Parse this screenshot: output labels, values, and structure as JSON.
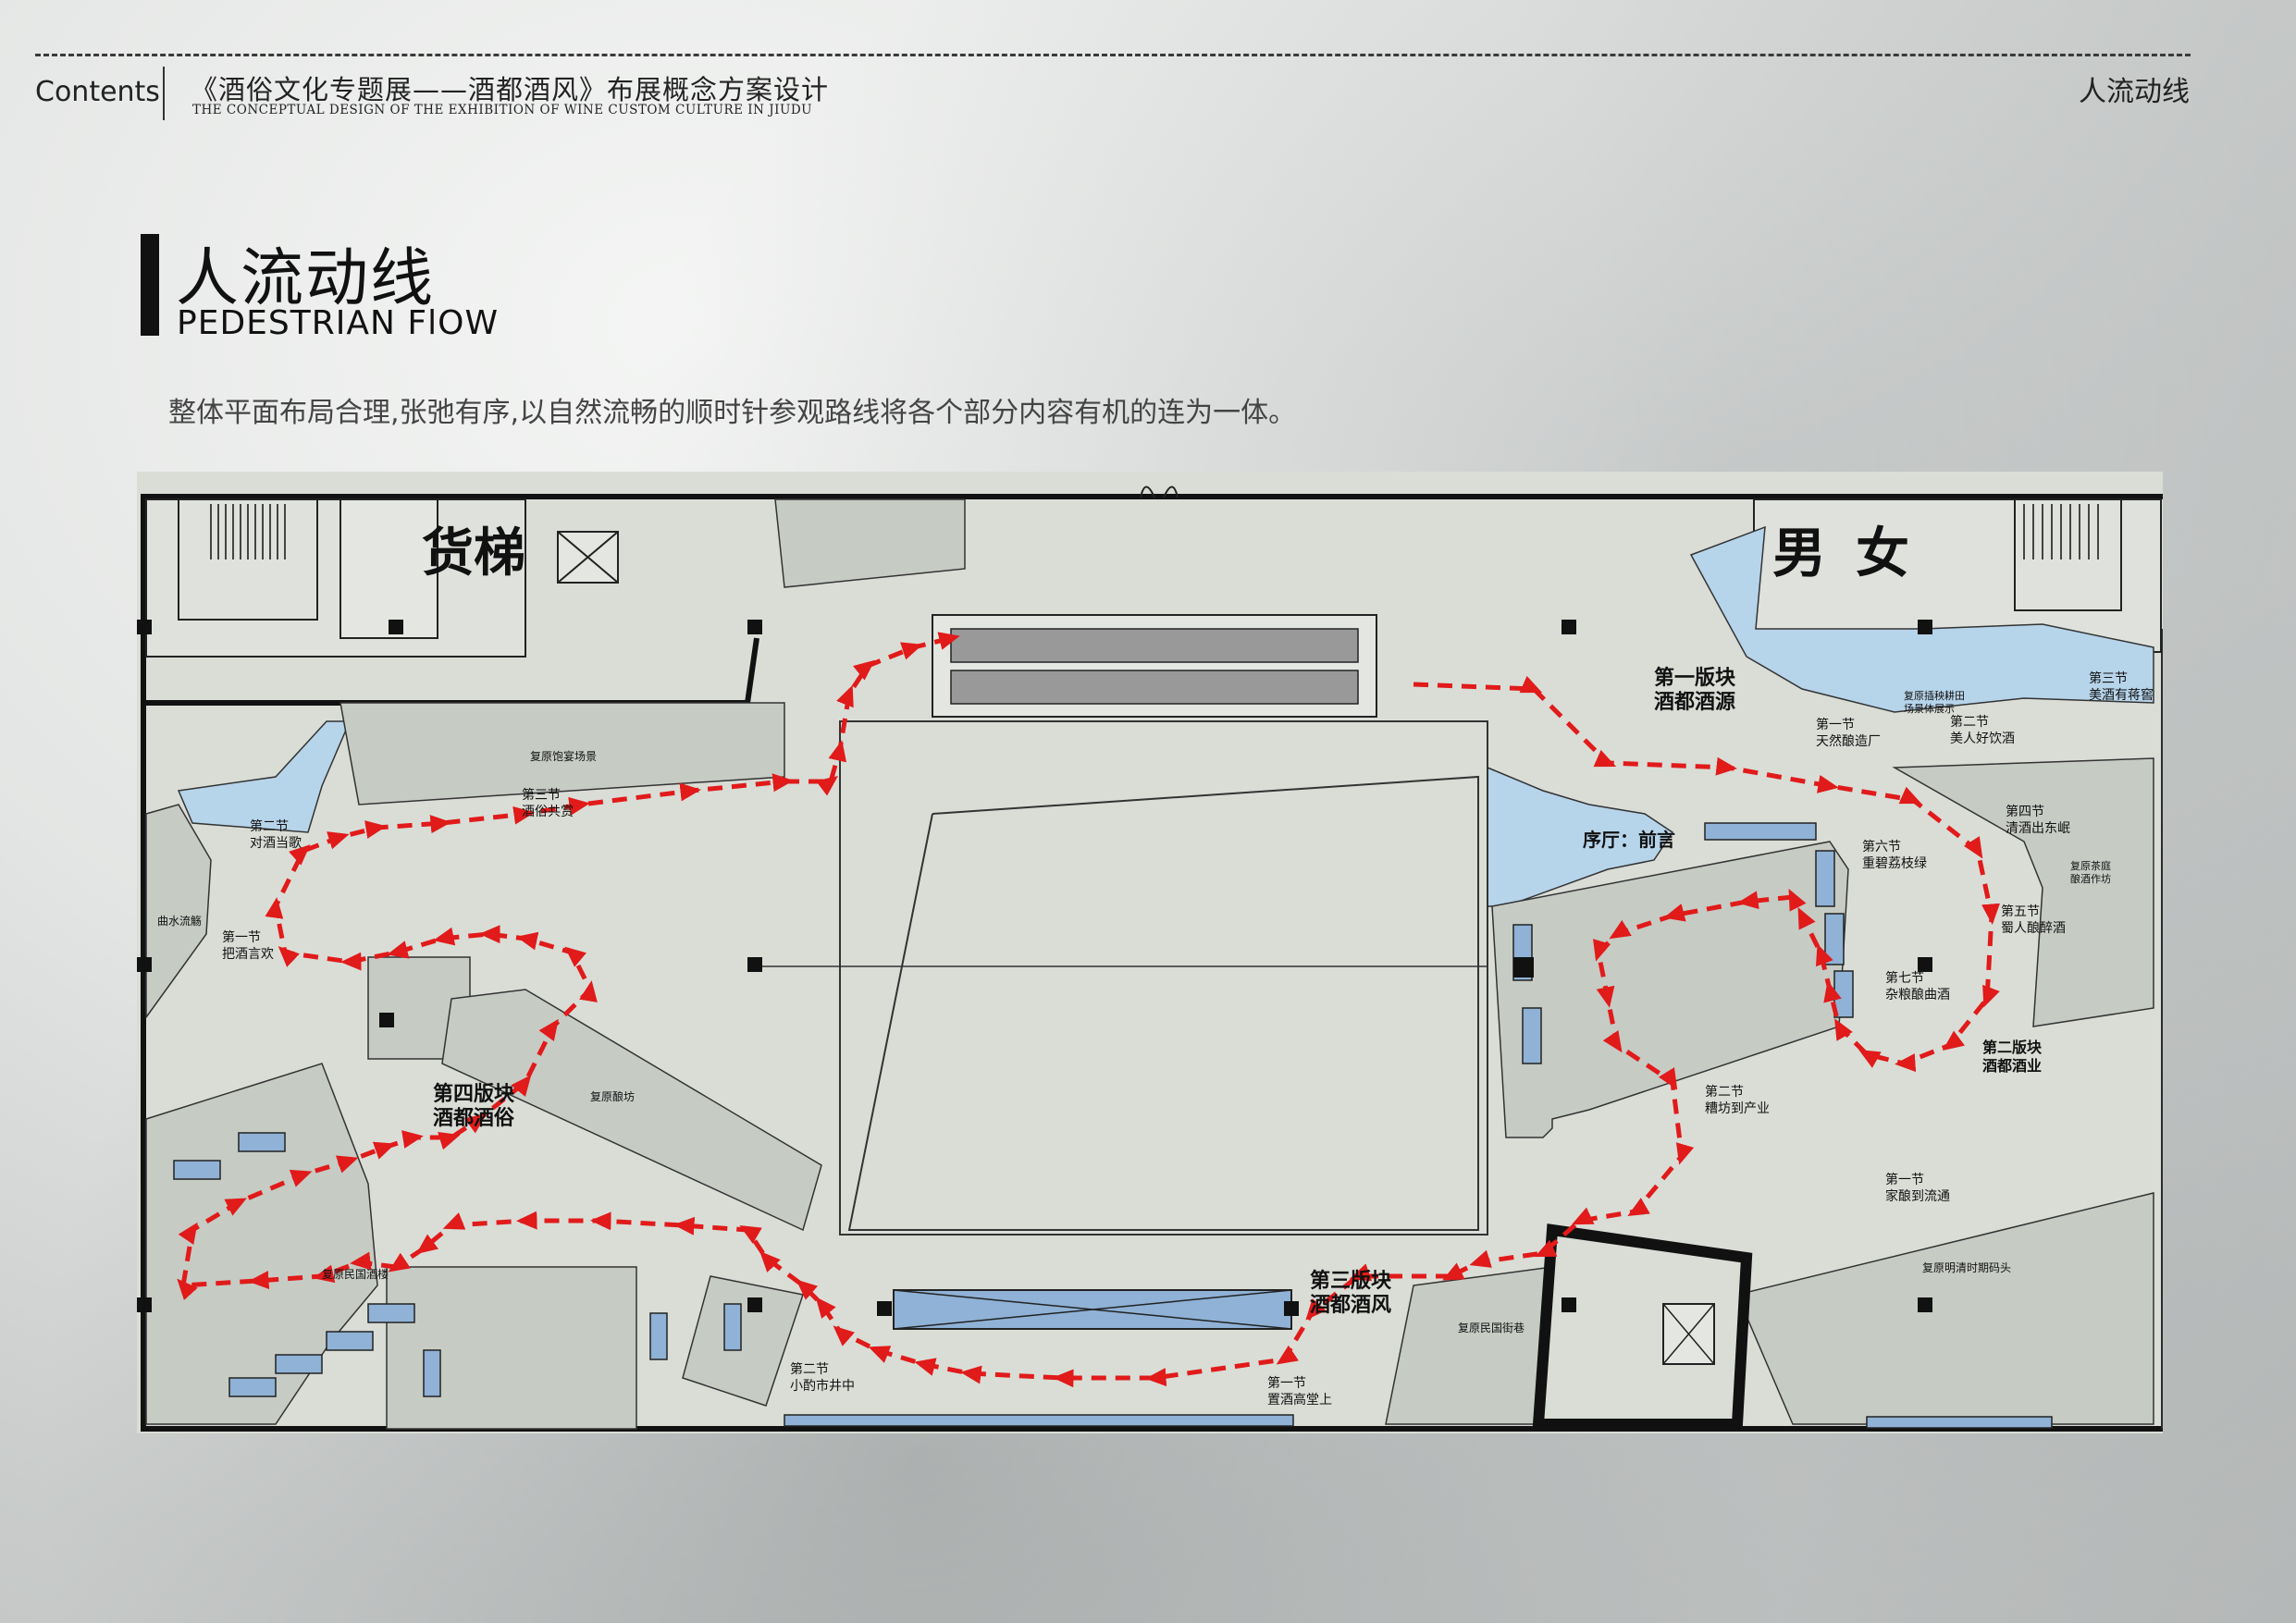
{
  "header": {
    "contents_label": "Contents",
    "title": "《酒俗文化专题展——酒都酒风》布展概念方案设计",
    "subtitle": "THE CONCEPTUAL DESIGN OF THE EXHIBITION OF WINE CUSTOM CULTURE IN JIUDU",
    "section": "人流动线"
  },
  "page": {
    "title_cn": "人流动线",
    "title_en": "PEDESTRIAN FlOW",
    "description": "整体平面布局合理,张弛有序,以自然流畅的顺时针参观路线将各个部分内容有机的连为一体。"
  },
  "plan_labels": {
    "freight_elevator": "货梯",
    "male": "男",
    "female": "女",
    "section1_title": "第一版块",
    "section1_name": "酒都酒源",
    "section2_title": "第二版块",
    "section2_name": "酒都酒业",
    "section3_title": "第三版块",
    "section3_name": "酒都酒风",
    "section4_title": "第四版块",
    "section4_name": "酒都酒俗",
    "foyer": "序厅：前言",
    "s1_node1": "第一节",
    "s1_node1_name": "天然酿造厂",
    "s1_node2": "第二节",
    "s1_node2_name": "美人好饮酒",
    "s1_node3": "第三节",
    "s1_node3_name": "美酒有蒋窖",
    "s1_scene": "复原插秧耕田",
    "s1_scene2": "场景体展示",
    "s2_node1": "第一节",
    "s2_node1_name": "家酿到流通",
    "s2_node2": "第二节",
    "s2_node2_name": "糟坊到产业",
    "s2_node4": "第四节",
    "s2_node4_name": "清酒出东岷",
    "s2_node5": "第五节",
    "s2_node5_name": "蜀人酿醉酒",
    "s2_node6": "第六节",
    "s2_node6_name": "重碧荔枝绿",
    "s2_node7": "第七节",
    "s2_node7_name": "杂粮酿曲酒",
    "s2_scene": "复原明清时期码头",
    "s2_scene2": "复原茶庭",
    "s2_scene3": "酿酒作坊",
    "s3_node1": "第一节",
    "s3_node1_name": "置酒高堂上",
    "s3_node2": "第二节",
    "s3_node2_name": "小酌市井中",
    "s3_scene": "复原民国街巷",
    "s4_node1": "第一节",
    "s4_node1_name": "把酒言欢",
    "s4_node2": "第二节",
    "s4_node2_name": "对酒当歌",
    "s4_node3": "第三节",
    "s4_node3_name": "酒俗共赏",
    "s4_scene1": "复原饱宴场景",
    "s4_scene2": "复原酿坊",
    "s4_scene3": "复原民国酒楼",
    "s4_scene4": "曲水流觞"
  },
  "colors": {
    "floor": "#d9ddd6",
    "block": "#c6cbc4",
    "water": "#b6d4ea",
    "flow": "#e11a1a",
    "wall": "#111111"
  }
}
